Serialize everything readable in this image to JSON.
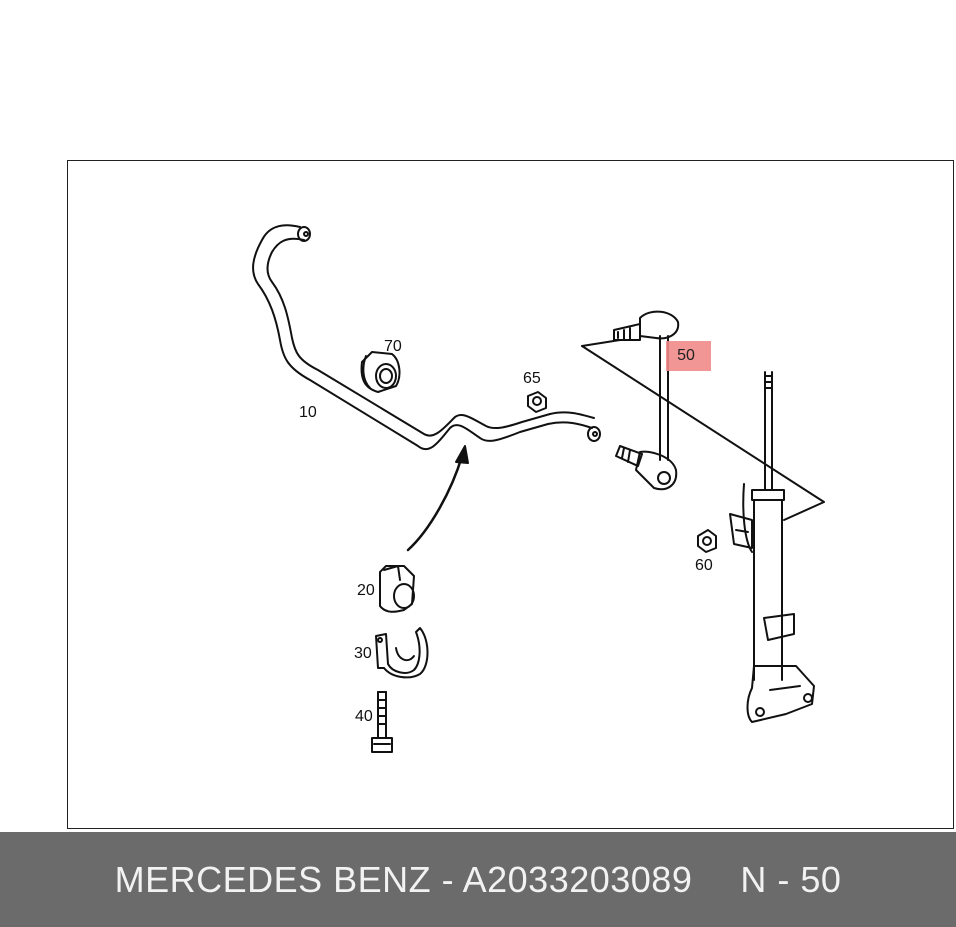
{
  "callouts": {
    "c10": "10",
    "c20": "20",
    "c30": "30",
    "c40": "40",
    "c50": "50",
    "c60": "60",
    "c65": "65",
    "c70": "70"
  },
  "footer": {
    "brand_part": "MERCEDES BENZ - A2033203089",
    "position": "N - 50"
  },
  "colors": {
    "highlight": "#f08a8a",
    "footer_bg": "#6b6b6b",
    "footer_text": "#f2f2f2"
  }
}
